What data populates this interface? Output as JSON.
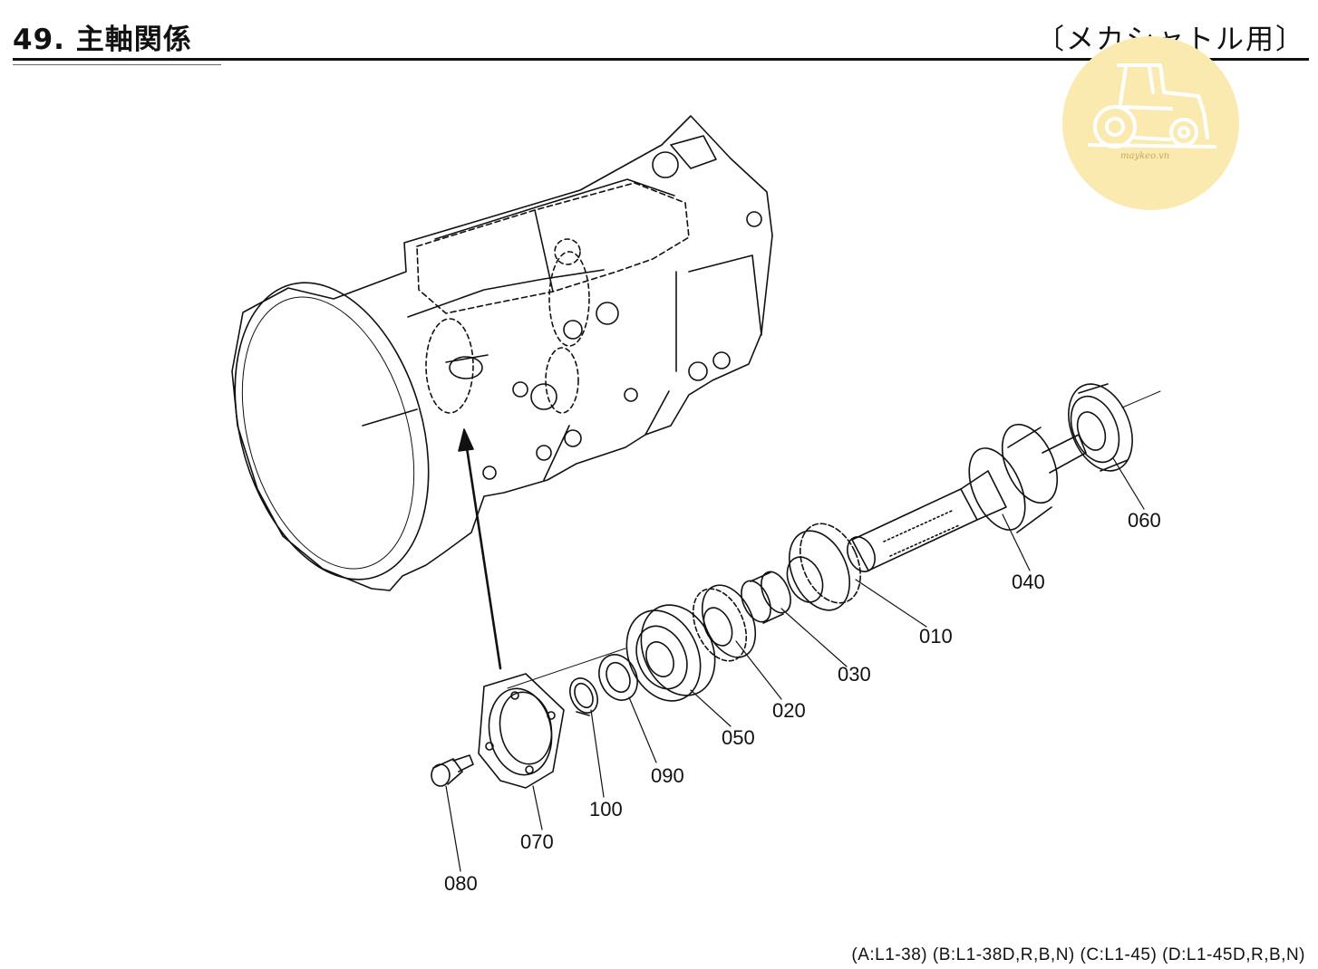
{
  "header": {
    "title": "49. 主軸関係",
    "variant": "〔メカシャトル用〕"
  },
  "watermark": {
    "text": "maykeo.vn",
    "icon": "tractor-icon",
    "color": "#fbeab0"
  },
  "parts": [
    {
      "code": "010"
    },
    {
      "code": "020"
    },
    {
      "code": "030"
    },
    {
      "code": "040"
    },
    {
      "code": "050"
    },
    {
      "code": "060"
    },
    {
      "code": "070"
    },
    {
      "code": "080"
    },
    {
      "code": "090"
    },
    {
      "code": "100"
    }
  ],
  "footer": {
    "models": "(A:L1-38) (B:L1-38D,R,B,N) (C:L1-45) (D:L1-45D,R,B,N)"
  }
}
